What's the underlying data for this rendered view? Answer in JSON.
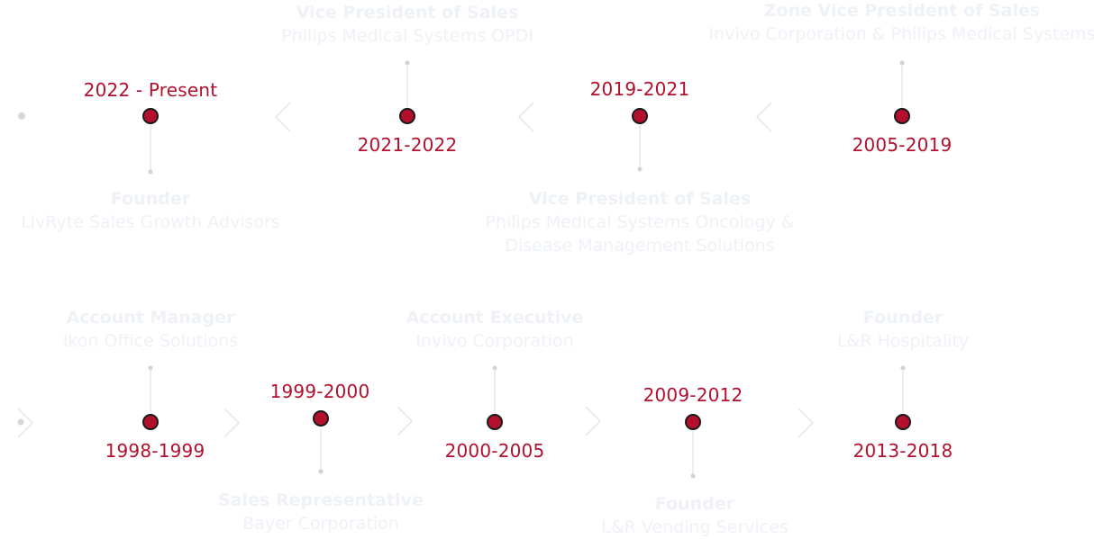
{
  "timeline": {
    "entries": [
      {
        "years": "2022 - Present",
        "role": "Founder",
        "org": "LivRyte Sales Growth Advisors"
      },
      {
        "years": "2021-2022",
        "role": "Vice President of Sales",
        "org": "Philips Medical Systems OPDI"
      },
      {
        "years": "2019-2021",
        "role": "Vice President of Sales",
        "org": "Philips Medical Systems Oncology &",
        "org2": "Disease Management Solutions"
      },
      {
        "years": "2005-2019",
        "role": "Zone Vice President of Sales",
        "org": "Invivo Corporation & Philips Medical Systems"
      },
      {
        "years": "1998-1999",
        "role": "Account Manager",
        "org": "Ikon Office Solutions"
      },
      {
        "years": "1999-2000",
        "role": "Sales Representative",
        "org": "Bayer Corporation"
      },
      {
        "years": "2000-2005",
        "role": "Account Executive",
        "org": "Invivo Corporation"
      },
      {
        "years": "2009-2012",
        "role": "Founder",
        "org": "L&R Vending Services"
      },
      {
        "years": "2013-2018",
        "role": "Founder",
        "org": "L&R Hospitality"
      }
    ]
  },
  "colors": {
    "accent": "#b3102e",
    "node_ring": "#1a1a1a",
    "connector": "#dcdcdc",
    "faded_text": "#eef1f6"
  }
}
